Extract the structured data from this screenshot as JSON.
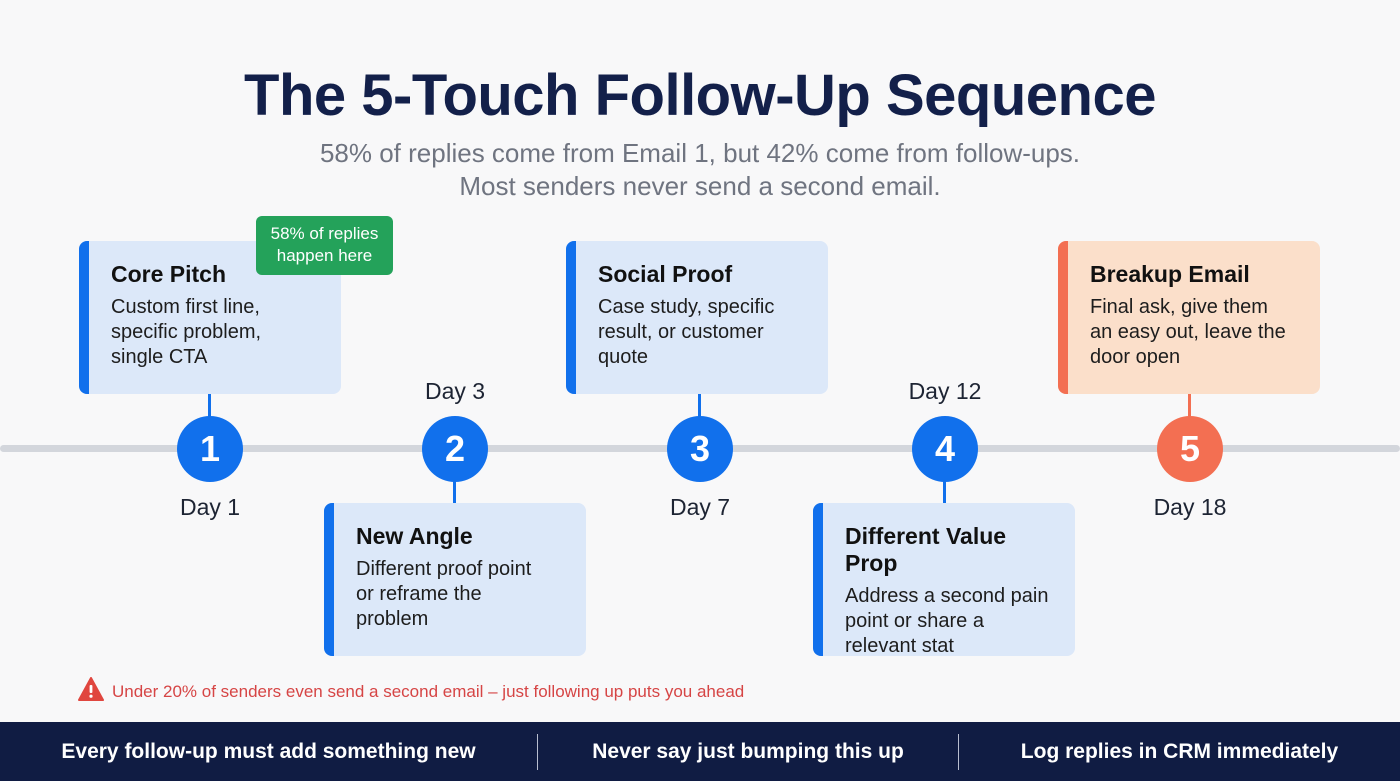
{
  "header": {
    "title": "The 5-Touch Follow-Up Sequence",
    "subtitle_line1": "58% of replies come from Email 1, but 42% come from follow-ups.",
    "subtitle_line2": "Most senders never send a second email."
  },
  "colors": {
    "primary_blue": "#1170ec",
    "card_blue_bg": "#dce8f9",
    "accent_orange": "#f36f52",
    "card_orange_bg": "#fbdfca",
    "badge_green": "#24a25a",
    "warning_red": "#d64545",
    "footer_navy": "#101c43",
    "title_navy": "#13204a",
    "timeline_gray": "#d3d6dc"
  },
  "steps": [
    {
      "number": "1",
      "day": "Day 1",
      "title": "Core Pitch",
      "body_lines": [
        "Custom first line,",
        "specific problem,",
        "single CTA"
      ]
    },
    {
      "number": "2",
      "day": "Day 3",
      "title": "New Angle",
      "body_lines": [
        "Different proof point",
        "or reframe the",
        "problem"
      ]
    },
    {
      "number": "3",
      "day": "Day 7",
      "title": "Social Proof",
      "body_lines": [
        "Case study, specific",
        "result, or customer",
        "quote"
      ]
    },
    {
      "number": "4",
      "day": "Day 12",
      "title": "Different Value Prop",
      "body_lines": [
        "Address a second pain",
        "point or share a",
        "relevant stat"
      ]
    },
    {
      "number": "5",
      "day": "Day 18",
      "title": "Breakup Email",
      "body_lines": [
        "Final ask, give them",
        "an easy out, leave the",
        "door open"
      ]
    }
  ],
  "badge": {
    "line1": "58% of replies",
    "line2": "happen here"
  },
  "warning": {
    "icon": "warning-triangle-icon",
    "text": "Under 20% of senders even send a second email – just following up puts you ahead"
  },
  "footer": {
    "tips": [
      "Every follow-up must add something new",
      "Never say just bumping this up",
      "Log replies in CRM immediately"
    ]
  }
}
